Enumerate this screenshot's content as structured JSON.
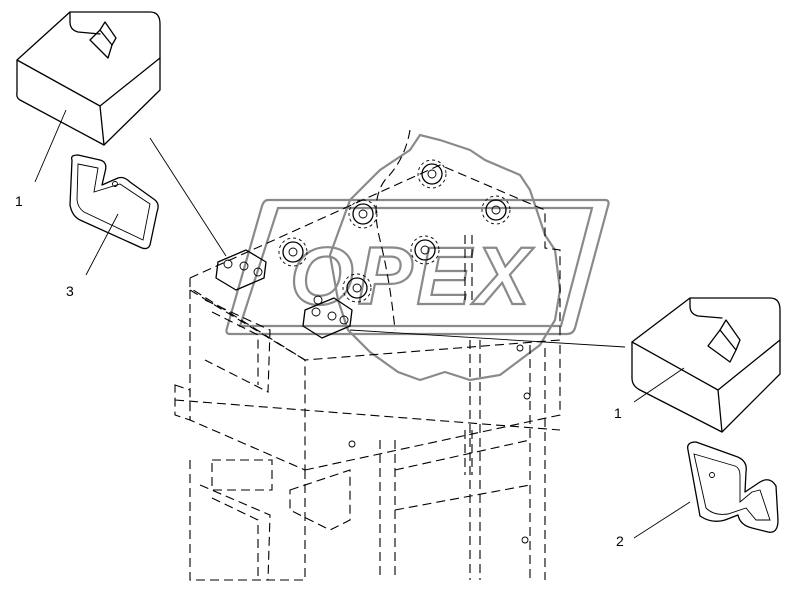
{
  "watermark": {
    "text": "OPEX",
    "color": "#8a8a8a"
  },
  "callouts": [
    {
      "id": "cover-left",
      "label": "1"
    },
    {
      "id": "clip-left",
      "label": "3"
    },
    {
      "id": "cover-right",
      "label": "1"
    },
    {
      "id": "clip-right",
      "label": "2"
    }
  ],
  "colors": {
    "line": "#000000",
    "background": "#ffffff"
  }
}
